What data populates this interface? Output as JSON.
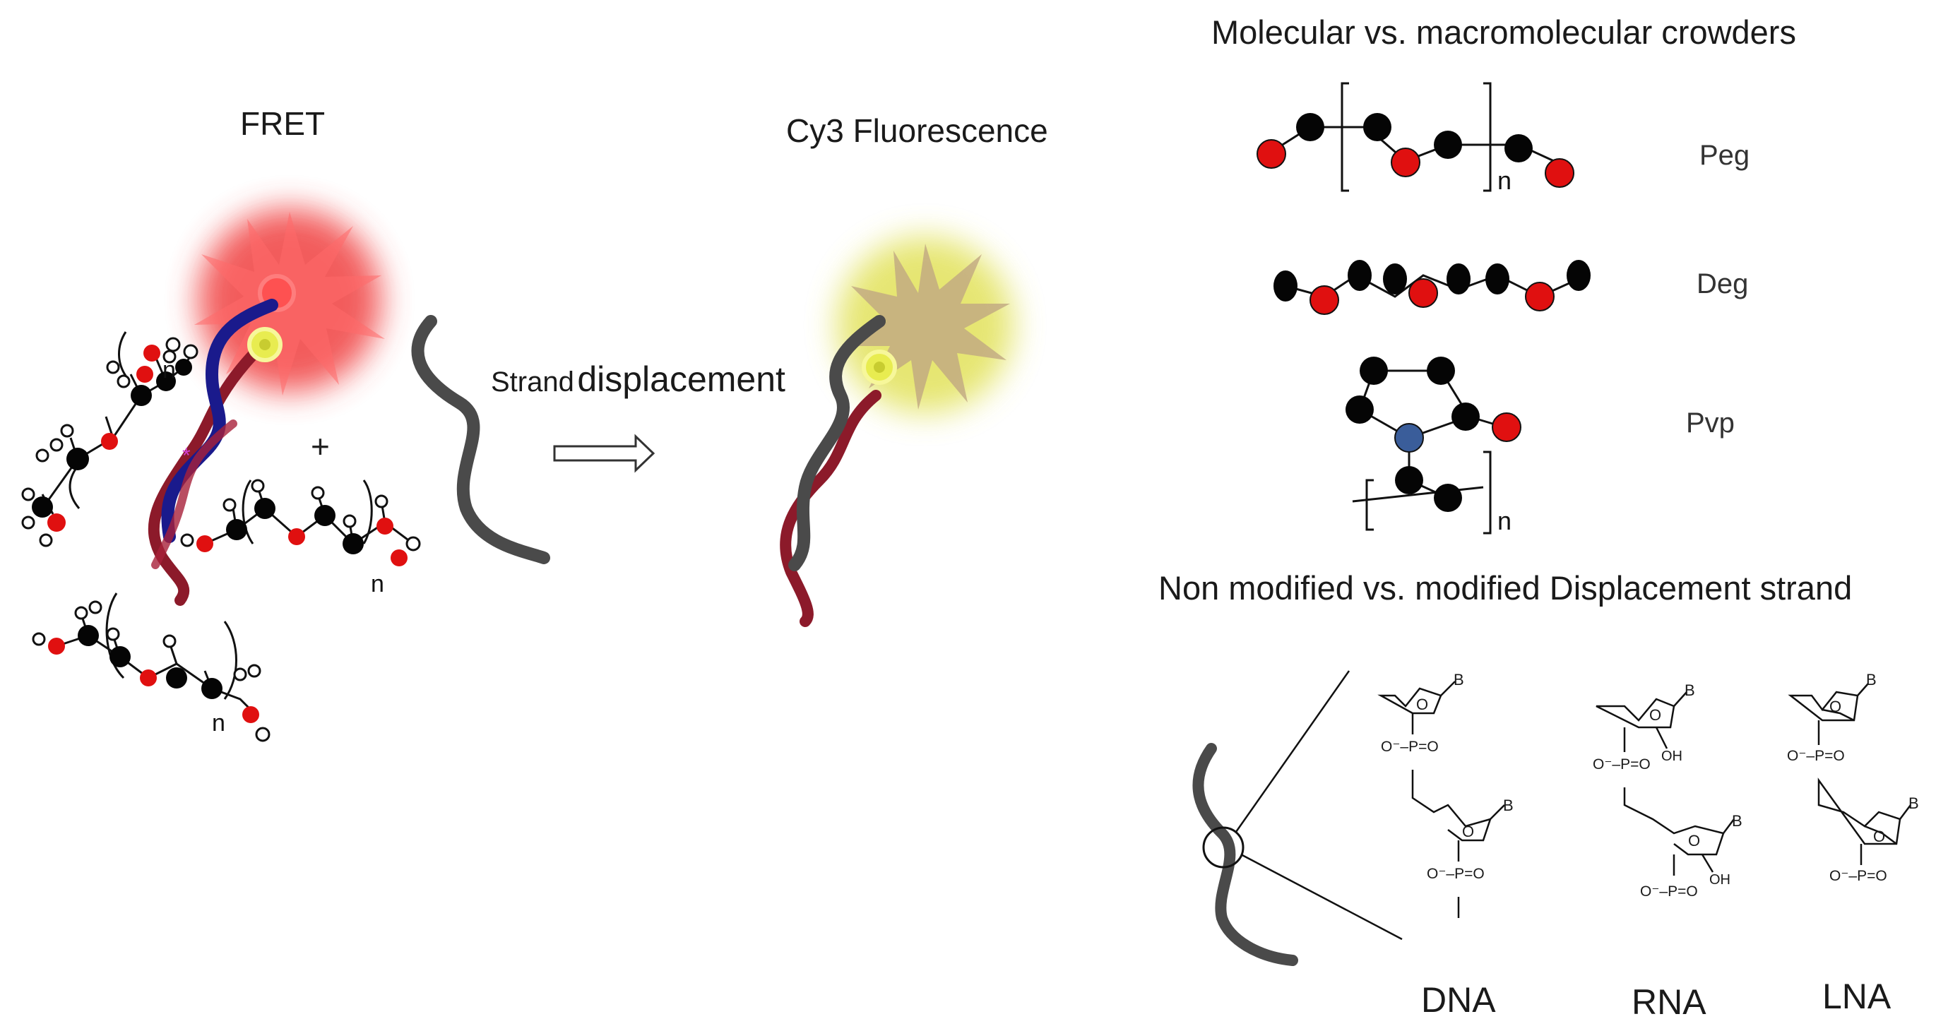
{
  "headings": {
    "fret": "FRET",
    "cy3": "Cy3 Fluorescence",
    "crowders": "Molecular vs. macromolecular crowders",
    "strands": "Non modified vs. modified Displacement strand"
  },
  "process": {
    "strand": "Strand",
    "displacement": "displacement",
    "plus": "+",
    "n": "n"
  },
  "crowders": [
    "Peg",
    "Deg",
    "Pvp"
  ],
  "strand_types": [
    "DNA",
    "RNA",
    "LNA"
  ],
  "chem": {
    "B": "B",
    "O": "O",
    "OH": "OH",
    "phosphate": "O⁻–P=O",
    "oxygen": "O",
    "oxygen_minus": "O⁻"
  },
  "colors": {
    "oxygen": "#e01010",
    "carbon": "#050505",
    "nitrogen": "#3a5d9a",
    "donor_strand": "#1a1a8c",
    "target_strand": "#8c1a2a",
    "displacer_strand": "#4a4a4a",
    "fret_glow": "#f03030",
    "cy3_glow": "#d8d840"
  }
}
